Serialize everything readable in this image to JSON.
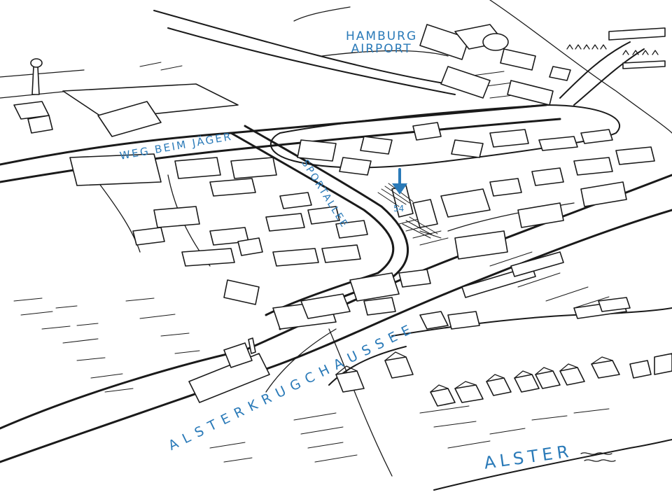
{
  "map": {
    "labels": {
      "airport_line1": "HAMBURG",
      "airport_line2": "AIRPORT",
      "weg_beim_jaeger": "WEG BEIM JÄGER",
      "sportallee": "SPORTALLEE",
      "alsterkrugchaussee": "ALSTERKRUGCHAUSSEE",
      "alster": "ALSTER",
      "house_number": "54"
    },
    "colors": {
      "ink": "#1a1a1a",
      "label_blue": "#2a7ab8",
      "background": "#ffffff"
    },
    "icons": {
      "location_marker": "arrow-down-icon",
      "water": "wave-icon",
      "control_tower": "control-tower-icon"
    }
  }
}
